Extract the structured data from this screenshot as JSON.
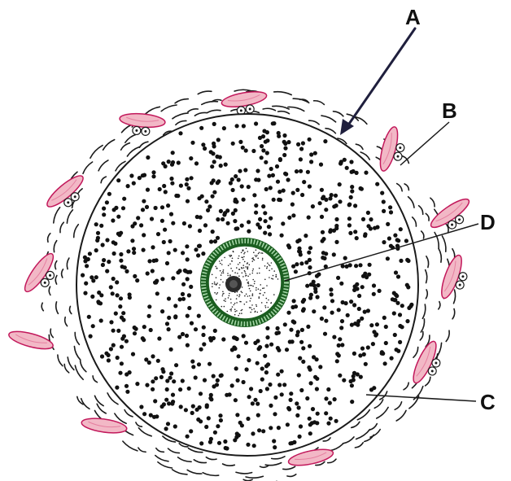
{
  "labels": {
    "a": "A",
    "b": "B",
    "c": "C",
    "d": "D"
  },
  "colors": {
    "outline": "#1a1a1a",
    "cell_fill": "#f2b8c6",
    "cell_stroke": "#c2185b",
    "green_ring": "#2e7d32",
    "arrow": "#1f1f3d"
  }
}
